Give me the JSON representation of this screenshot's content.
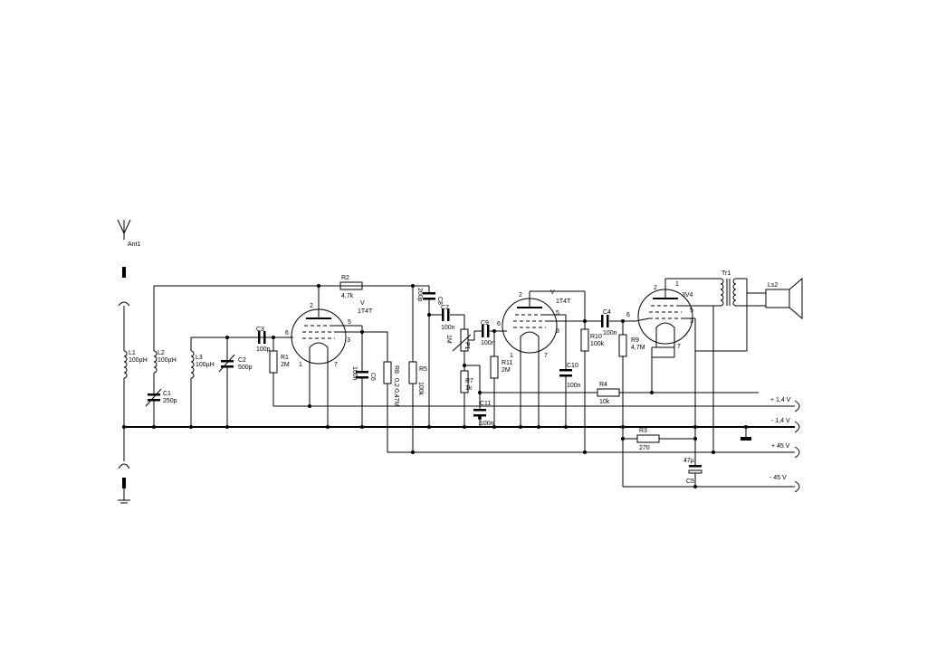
{
  "components": {
    "ant1": "Ant1",
    "l1": "L1",
    "l1_val": "100µH",
    "l2": "L2",
    "l2_val": "100µH",
    "l3": "L3",
    "l3_val": "100µH",
    "c1": "C1",
    "c1_val": "250p",
    "c2": "C2",
    "c2_val": "500p",
    "c3": "C3",
    "c3_val": "100p",
    "r1": "R1",
    "r1_val": "2M",
    "r2": "R2",
    "r2_val": "4,7k",
    "c6": "C6",
    "c6_val": "100n",
    "r8": "R8",
    "r8_val": "0,2-0,47M",
    "r5": "R5",
    "r5_val": "100k",
    "c8": "C8",
    "c8_val": "200p",
    "c7": "C7",
    "c7_val": "100n",
    "p1": "P1",
    "p1_val": "1M",
    "r7": "R7",
    "r7_val": "1k",
    "c9": "C9",
    "c9_val": "100n",
    "c11": "C11",
    "c11_val": "100n",
    "r11": "R11",
    "r11_val": "2M",
    "c10": "C10",
    "c10_val": "100n",
    "r10": "R10",
    "r10_val": "100k",
    "c4": "C4",
    "c4_val": "100n",
    "r4": "R4",
    "r4_val": "10k",
    "r9": "R9",
    "r9_val": "4,7M",
    "r3": "R3",
    "r3_val": "270",
    "c5": "C5",
    "c5_val": "47µ",
    "tr1": "Tr1",
    "ls2": "Ls2"
  },
  "tubes": {
    "v1_label": "V",
    "v1_type": "1T4T",
    "v2_label": "V",
    "v2_type": "1T4T",
    "v3_type": "3V4"
  },
  "pins": {
    "p1": "1",
    "p2": "2",
    "p3": "3",
    "p5": "5",
    "p6": "6",
    "p7": "7"
  },
  "supply": {
    "plus_1_4": "+ 1,4 V",
    "minus_1_4": "- 1,4 V",
    "plus_45": "+ 45 V",
    "minus_45": "- 45 V"
  }
}
